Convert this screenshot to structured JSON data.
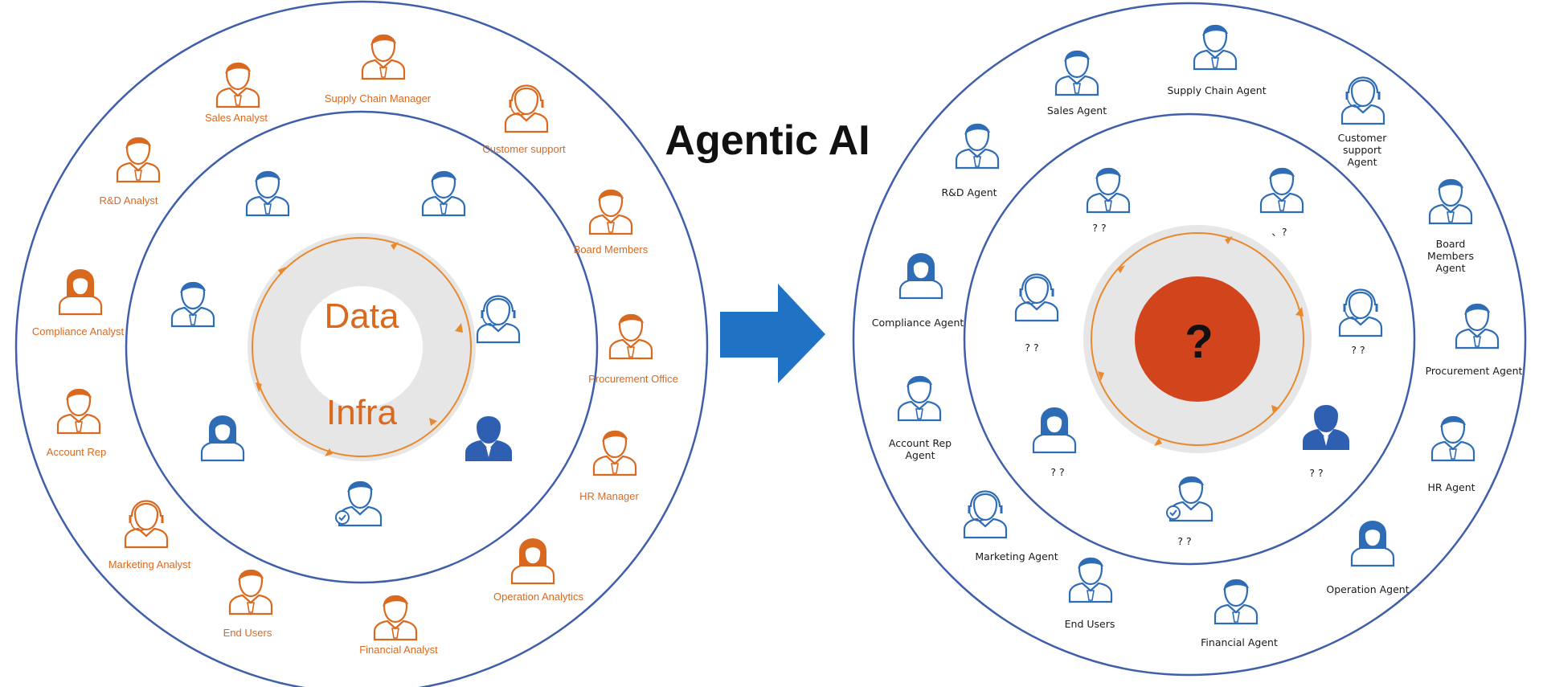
{
  "title": "Agentic AI",
  "colors": {
    "ring": "#3f5faa",
    "orange": "#d9691f",
    "blue": "#2e6db5",
    "blue_fill": "#2e5fb0",
    "core_gray": "#e6e6e6",
    "red": "#d2451c",
    "arrow": "#1f72c4"
  },
  "left": {
    "core": {
      "top_text": "Data",
      "bottom_text": "Infra"
    },
    "outer_roles": [
      "Sales Analyst",
      "Supply Chain Manager",
      "Customer support",
      "Board Members",
      "Procurement Office",
      "HR Manager",
      "Operation Analytics",
      "Financial Analyst",
      "End Users",
      "Marketing Analyst",
      "Account Rep",
      "Compliance Analyst",
      "R&D Analyst"
    ],
    "inner_icons": [
      "person-icon",
      "person-icon",
      "headset-person-icon",
      "person-icon",
      "person-icon",
      "verified-person-icon",
      "woman-icon",
      "headset-person-icon"
    ]
  },
  "right": {
    "core": {
      "symbol": "?"
    },
    "outer_roles": [
      "Sales Agent",
      "Supply Chain Agent",
      "Customer support Agent",
      "Board Members Agent",
      "Procurement  Agent",
      "HR Agent",
      "Operation Agent",
      "Financial Agent",
      "End Users",
      "Marketing Agent",
      "Account Rep Agent",
      "Compliance Agent",
      "R&D Agent"
    ],
    "inner_labels": [
      "? ?",
      "、?",
      "? ?",
      "? ?",
      "? ?",
      "? ?",
      "? ?"
    ]
  }
}
